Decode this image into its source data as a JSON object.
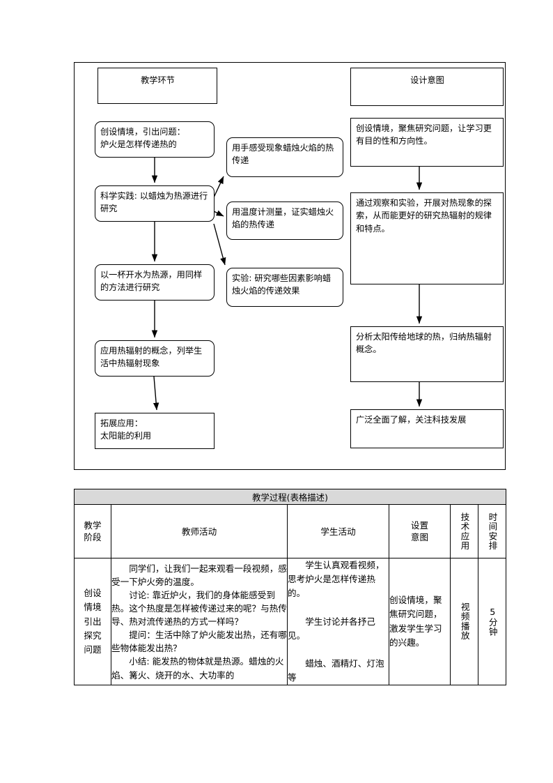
{
  "flowchart": {
    "headers": {
      "left": "教学环节",
      "right": "设计意图"
    },
    "left_column": [
      "创设情境，引出问题：\n炉火是怎样传递热的",
      "科学实践: 以蜡烛为热源进行研究",
      "以一杯开水为热源，用同样的方法进行研究",
      "应用热辐射的概念，列举生活中热辐射现象",
      "拓展应用：\n太阳能的利用"
    ],
    "middle_branches": [
      "用手感受现象蜡烛火焰的热传递",
      "用温度计测量，证实蜡烛火焰的热传递",
      "实验: 研究哪些因素影响蜡烛火焰的传递效果"
    ],
    "right_column": [
      "创设情境，聚焦研究问题，让学习更有目的性和方向性。",
      "通过观察和实验，开展对热现象的探索，从而能更好的研究热辐射的规律和特点。",
      "分析太阳传给地球的热，归纳热辐射概念。",
      "广泛全面了解，关注科技发展"
    ]
  },
  "table": {
    "title": "教学过程(表格描述)",
    "headers": {
      "stage": "教学\n阶段",
      "teacher": "教师活动",
      "student": "学生活动",
      "intent": "设置\n意图",
      "tech": "技术应用",
      "time": "时间安排"
    },
    "rows": [
      {
        "stage": "创设\n情境\n引出\n探究\n问题",
        "teacher": "　　同学们，让我们一起来观看一段视频，感受一下炉火旁的温度。\n　　讨论: 靠近炉火，我们的身体能感受到热。这个热度是怎样被传递过来的呢？与热传导、热对流传递热的方式一样吗？\n　　提问：生活中除了炉火能发出热，还有哪些物体能发出热？\n　　小结: 能发热的物体就是热源。蜡烛的火焰、篝火、烧开的水、大功率的",
        "student": "　　学生认真观看视频，思考炉火是怎样传递热的。\n\n　　学生讨论并各抒己见。\n\n　　蜡烛、酒精灯、灯泡等",
        "intent": "创设情境，聚焦研究问题，激发学生学习的兴趣。",
        "tech": "视频播放",
        "time": "5分钟"
      }
    ]
  },
  "colors": {
    "line": "#000000",
    "title_bg": "#d9d9d9",
    "page_bg": "#ffffff"
  }
}
